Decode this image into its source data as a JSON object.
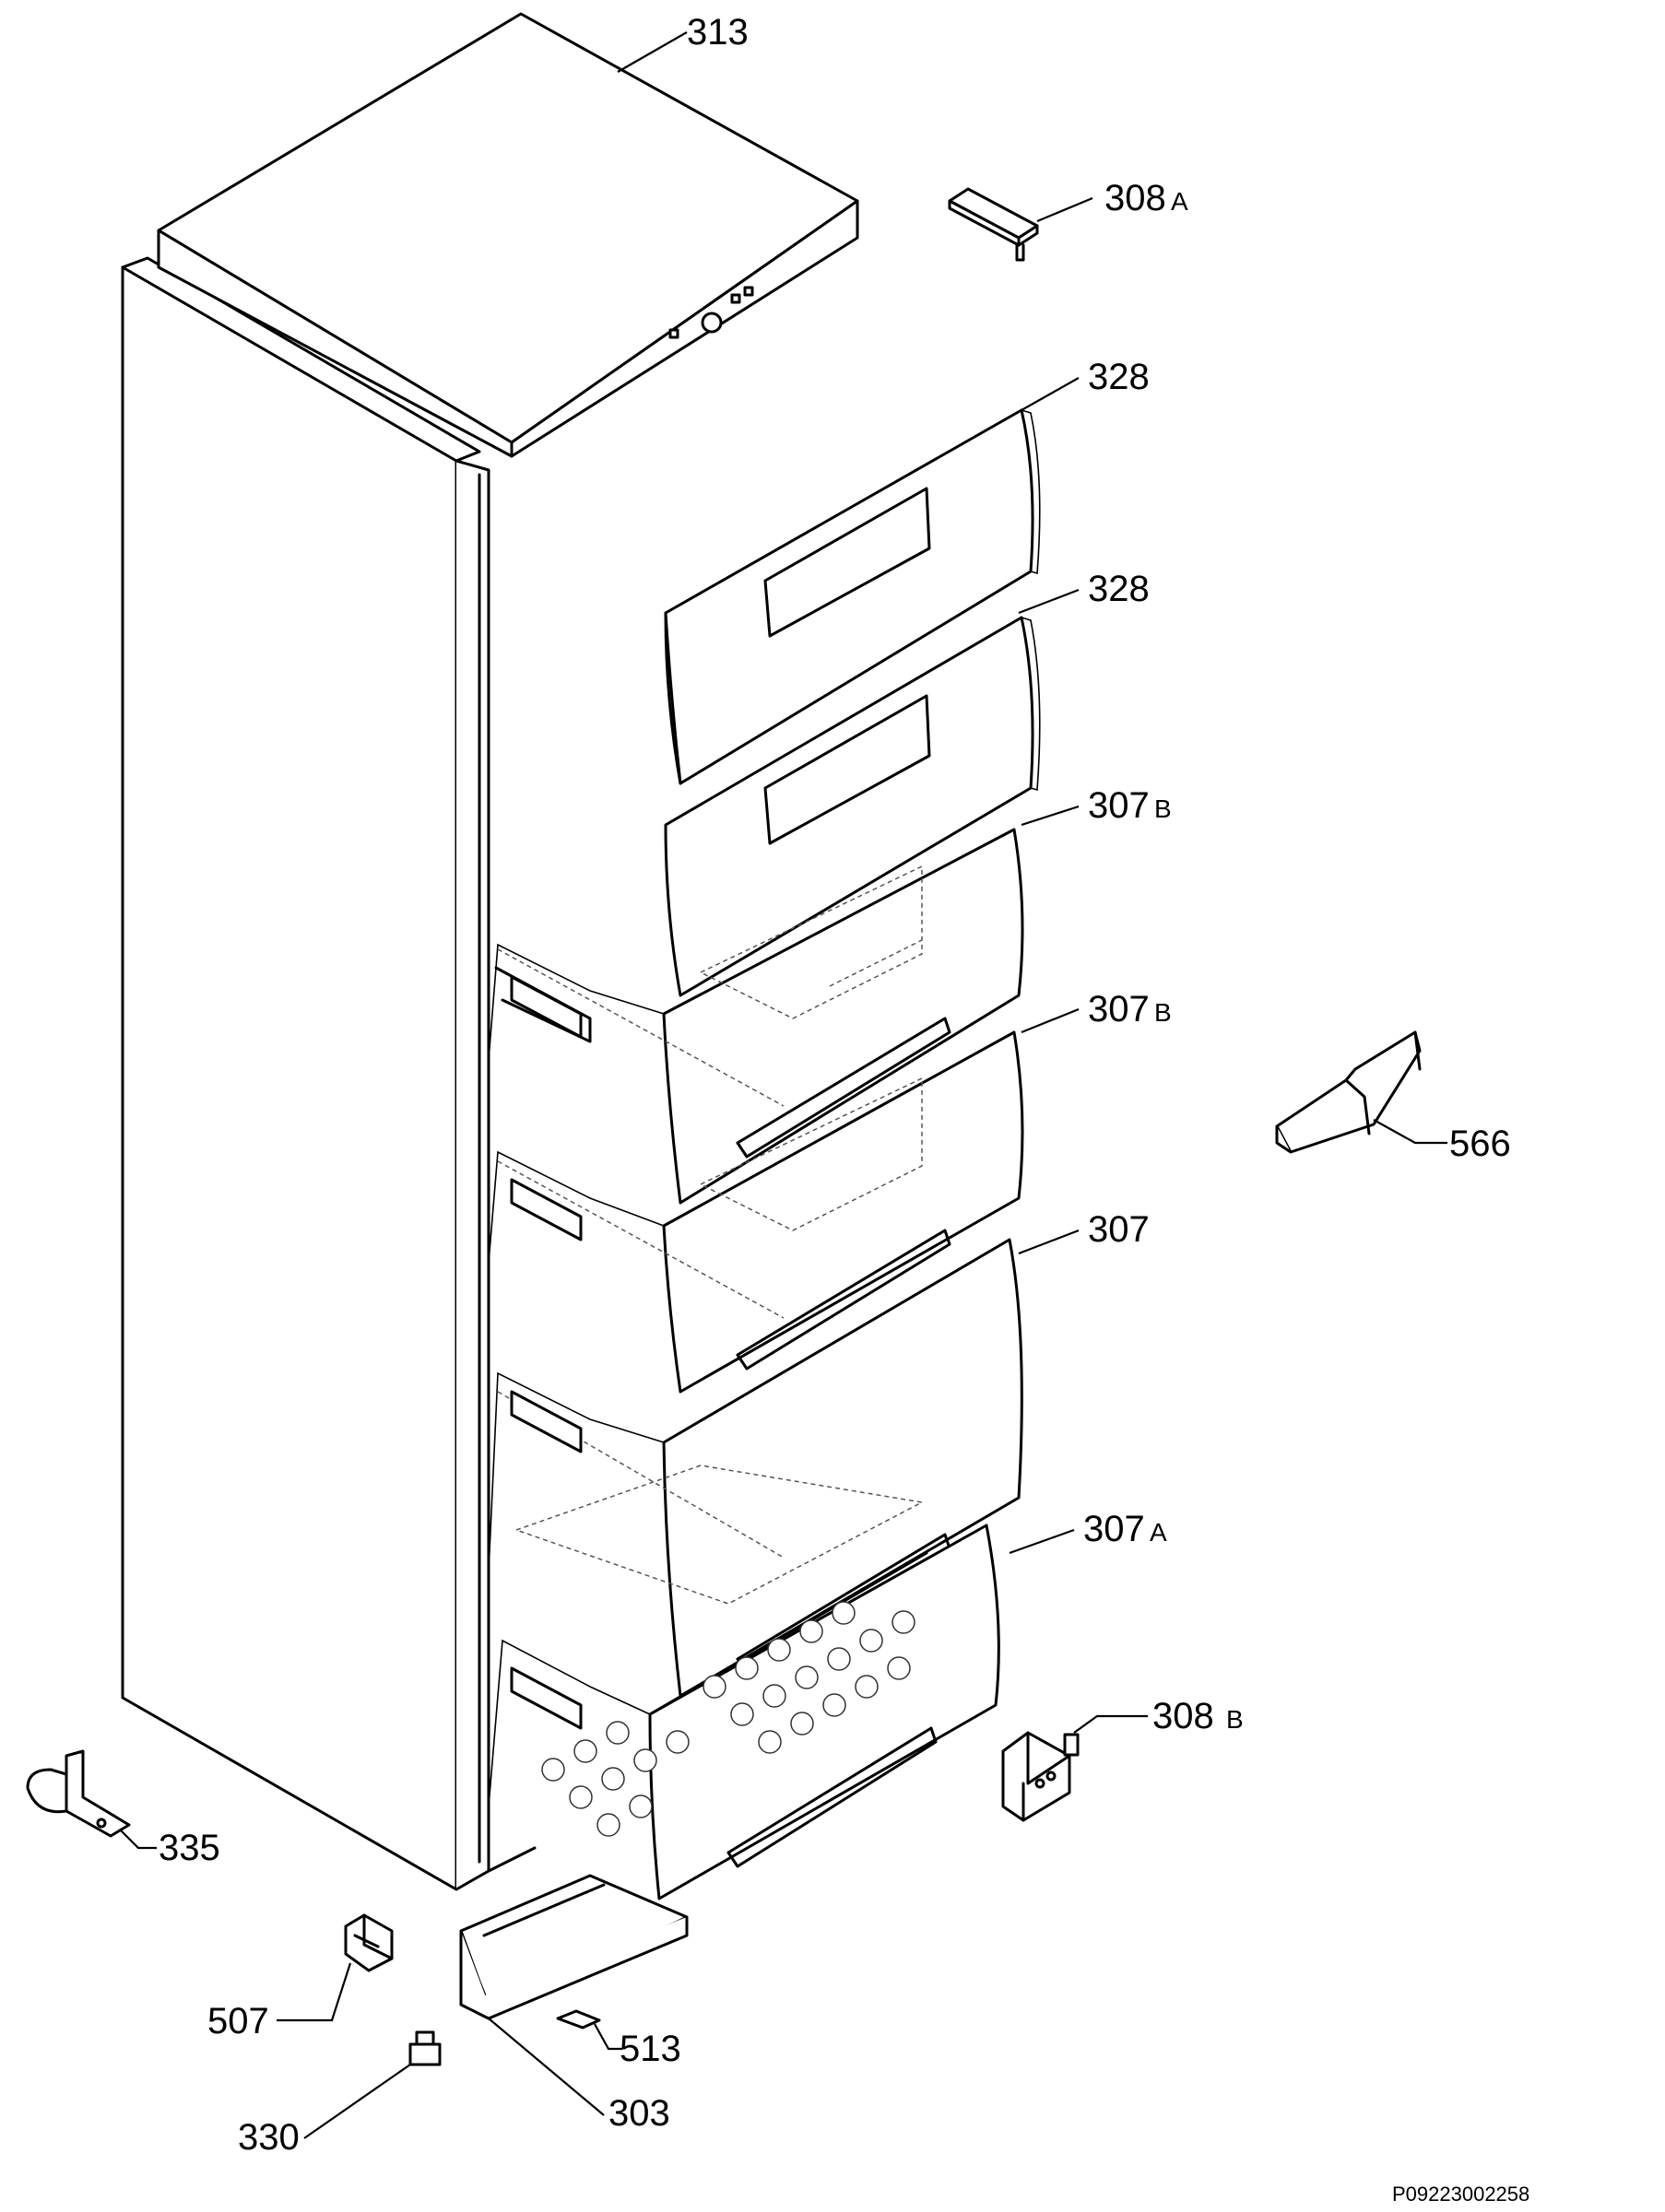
{
  "labels": {
    "p313": {
      "num": "313",
      "suffix": ""
    },
    "p308a": {
      "num": "308",
      "suffix": "A"
    },
    "p328a": {
      "num": "328",
      "suffix": ""
    },
    "p328b": {
      "num": "328",
      "suffix": ""
    },
    "p307b1": {
      "num": "307",
      "suffix": "B"
    },
    "p307b2": {
      "num": "307",
      "suffix": "B"
    },
    "p566": {
      "num": "566",
      "suffix": ""
    },
    "p307": {
      "num": "307",
      "suffix": ""
    },
    "p307a": {
      "num": "307",
      "suffix": "A"
    },
    "p308b": {
      "num": "308",
      "suffix": "B"
    },
    "p335": {
      "num": "335",
      "suffix": ""
    },
    "p507": {
      "num": "507",
      "suffix": ""
    },
    "p513": {
      "num": "513",
      "suffix": ""
    },
    "p330": {
      "num": "330",
      "suffix": ""
    },
    "p303": {
      "num": "303",
      "suffix": ""
    }
  },
  "reference_code": "P09223002258"
}
